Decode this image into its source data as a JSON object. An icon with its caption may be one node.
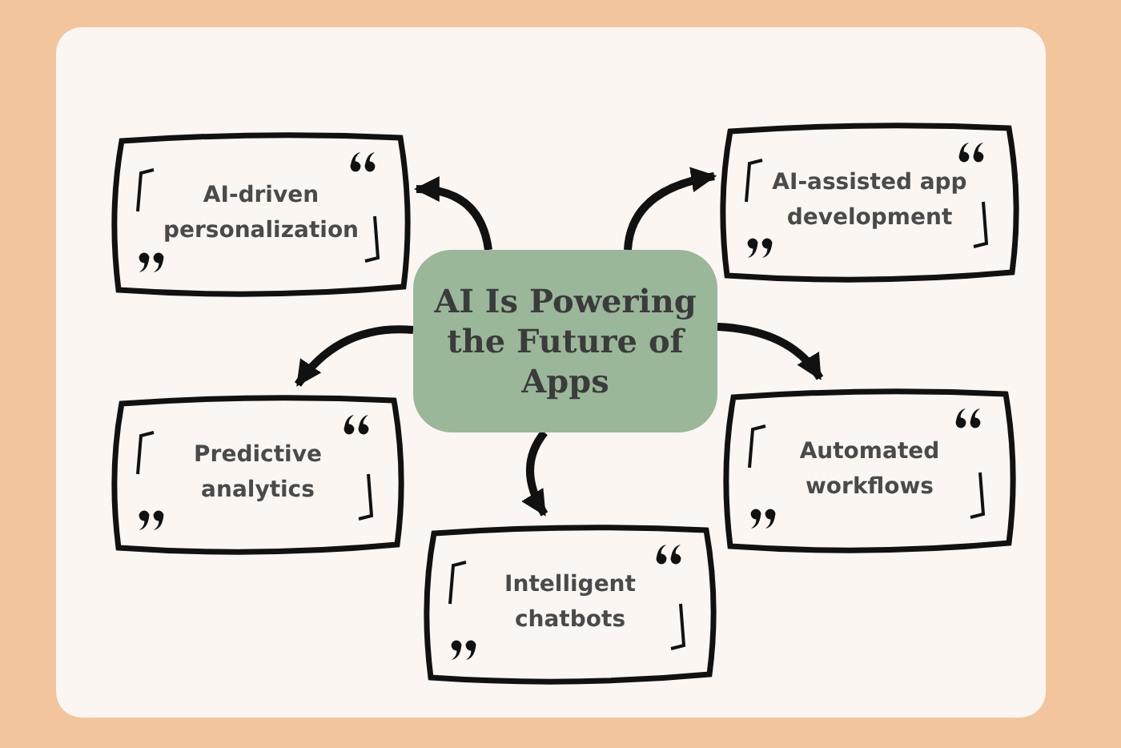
{
  "diagram": {
    "nodes": [
      {
        "text": [
          "AI Is Powering the Future of Apps"
        ]
      },
      {
        "text": [
          "AI-driven personalization"
        ]
      },
      {
        "text": [
          "AI-assisted app development"
        ]
      },
      {
        "text": [
          "Predictive analytics"
        ]
      },
      {
        "text": [
          "Automated workflows"
        ]
      },
      {
        "text": [
          "Intelligent chatbots"
        ]
      }
    ],
    "edges": [
      {
        "from": 0,
        "to": 1,
        "arrow": "to"
      },
      {
        "from": 0,
        "to": 2,
        "arrow": "to"
      },
      {
        "from": 0,
        "to": 3,
        "arrow": "to"
      },
      {
        "from": 0,
        "to": 4,
        "arrow": "to"
      },
      {
        "from": 0,
        "to": 5,
        "arrow": "to"
      }
    ]
  }
}
